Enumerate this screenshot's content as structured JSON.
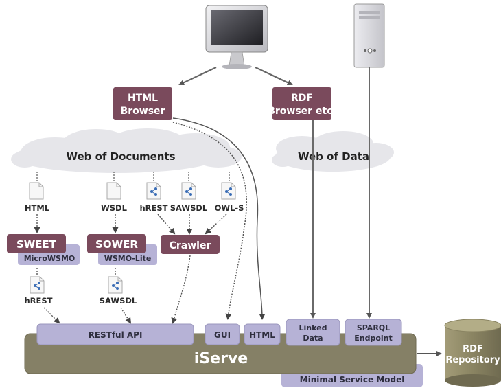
{
  "diagram": {
    "clients": {
      "html_browser": {
        "line1": "HTML",
        "line2": "Browser"
      },
      "rdf_browser": {
        "line1": "RDF",
        "line2": "Browser etc."
      }
    },
    "clouds": {
      "documents": "Web of Documents",
      "data": "Web of Data"
    },
    "documents": {
      "html": "HTML",
      "wsdl": "WSDL",
      "hrest": "hREST",
      "sawsdl": "SAWSDL",
      "owls": "OWL-S"
    },
    "tools": {
      "sweet": {
        "label": "SWEET",
        "sub": "MicroWSMO"
      },
      "sower": {
        "label": "SOWER",
        "sub": "WSMO-Lite"
      },
      "crawler": {
        "label": "Crawler"
      }
    },
    "outputs": {
      "hrest": "hREST",
      "sawsdl": "SAWSDL"
    },
    "iserve": {
      "title": "iServe",
      "interfaces": {
        "restful_api": "RESTful API",
        "gui": "GUI",
        "html": "HTML",
        "linked_data": {
          "line1": "Linked",
          "line2": "Data"
        },
        "sparql": {
          "line1": "SPARQL",
          "line2": "Endpoint"
        }
      },
      "model": "Minimal Service Model"
    },
    "repository": {
      "line1": "RDF",
      "line2": "Repository"
    },
    "colors": {
      "maroon": "#7a4a5c",
      "lavender": "#b6b2d6",
      "olive": "#858066",
      "cloud": "#e6e6ea",
      "cylinder": "#958e6a"
    },
    "icons": [
      "computer-monitor-icon",
      "server-tower-icon",
      "document-icon",
      "linked-document-icon"
    ]
  }
}
